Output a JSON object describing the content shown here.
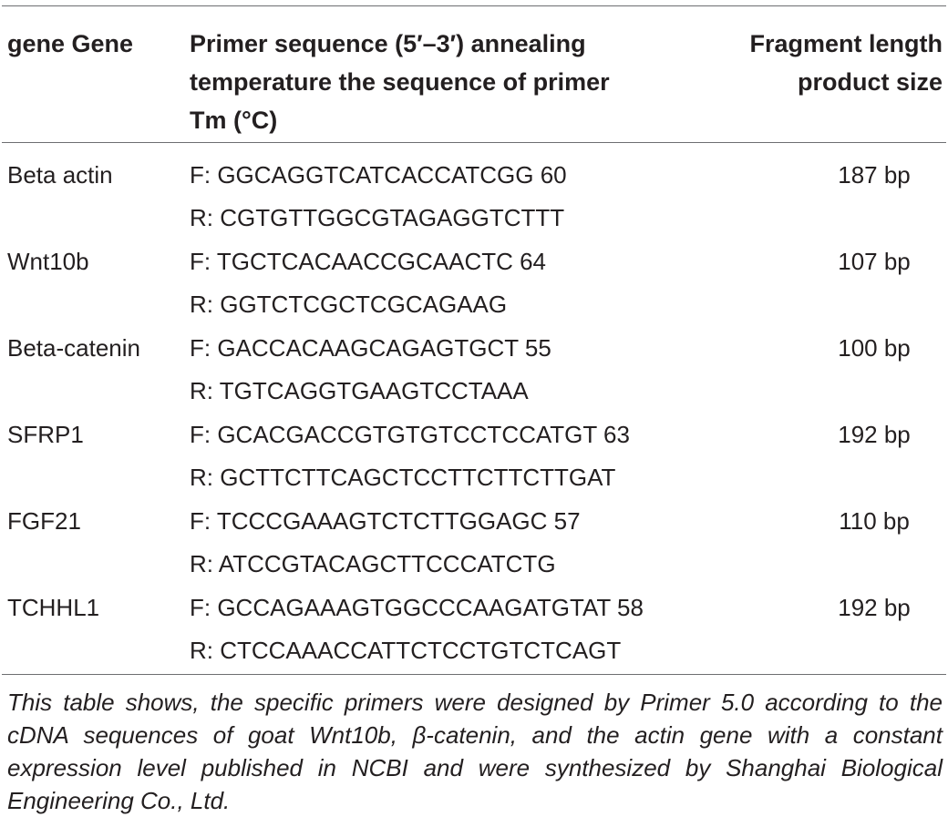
{
  "table": {
    "headers": {
      "gene": "gene Gene",
      "primer_line1": "Primer sequence (5′–3′) annealing",
      "primer_line2": "temperature the sequence of primer",
      "primer_line3": "Tm (°C)",
      "fragment_line1": "Fragment length",
      "fragment_line2": "product size"
    },
    "rows": [
      {
        "gene": "Beta actin",
        "forward": "F: GGCAGGTCATCACCATCGG 60",
        "reverse": "R: CGTGTTGGCGTAGAGGTCTTT",
        "size": "187 bp"
      },
      {
        "gene": "Wnt10b",
        "forward": "F: TGCTCACAACCGCAACTC 64",
        "reverse": "R: GGTCTCGCTCGCAGAAG",
        "size": "107 bp"
      },
      {
        "gene": "Beta-catenin",
        "forward": "F: GACCACAAGCAGAGTGCT 55",
        "reverse": "R: TGTCAGGTGAAGTCCTAAA",
        "size": "100 bp"
      },
      {
        "gene": "SFRP1",
        "forward": "F: GCACGACCGTGTGTCCTCCATGT 63",
        "reverse": "R: GCTTCTTCAGCTCCTTCTTCTTGAT",
        "size": "192 bp"
      },
      {
        "gene": "FGF21",
        "forward": "F: TCCCGAAAGTCTCTTGGAGC 57",
        "reverse": "R: ATCCGTACAGCTTCCCATCTG",
        "size": "110 bp"
      },
      {
        "gene": "TCHHL1",
        "forward": "F: GCCAGAAAGTGGCCCAAGATGTAT 58",
        "reverse": "R: CTCCAAACCATTCTCCTGTCTCAGT",
        "size": "192 bp"
      }
    ],
    "footnote": "This table shows, the specific primers were designed by Primer 5.0 according to the cDNA sequences of goat Wnt10b, β-catenin, and the actin gene with a constant expression level published in NCBI and were synthesized by Shanghai Biological Engineering Co., Ltd."
  }
}
